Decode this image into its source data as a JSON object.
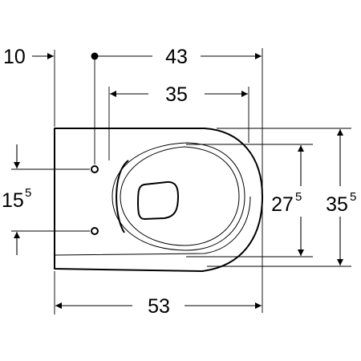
{
  "dimensions": {
    "top_offset": "10",
    "top_width": "43",
    "inner_width": "35",
    "total_length": "53",
    "fixing_distance_main": "15",
    "fixing_distance_sup": "5",
    "inner_height_main": "27",
    "inner_height_sup": "5",
    "total_height_main": "35",
    "total_height_sup": "5"
  },
  "colors": {
    "line": "#000000",
    "background": "#ffffff"
  }
}
